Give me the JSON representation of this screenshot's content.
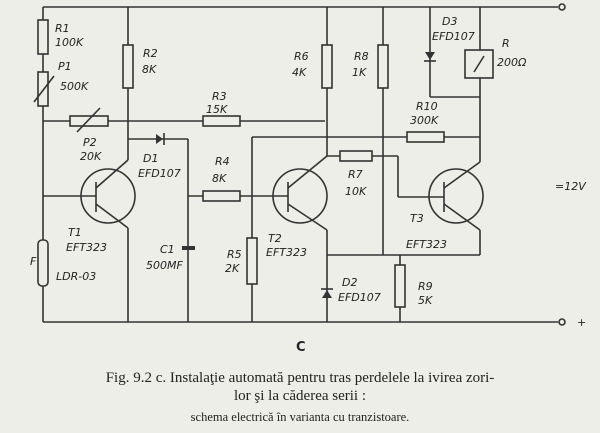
{
  "components": {
    "R1": {
      "name": "R1",
      "value": "100K"
    },
    "P1": {
      "name": "P1",
      "value": "500K"
    },
    "P2": {
      "name": "P2",
      "value": "20K"
    },
    "R2": {
      "name": "R2",
      "value": "8K"
    },
    "R3": {
      "name": "R3",
      "value": "15K"
    },
    "R4": {
      "name": "R4",
      "value": "8K"
    },
    "R5": {
      "name": "R5",
      "value": "2K"
    },
    "R6": {
      "name": "R6",
      "value": "4K"
    },
    "R7": {
      "name": "R7",
      "value": "10K"
    },
    "R8": {
      "name": "R8",
      "value": "1K"
    },
    "R9": {
      "name": "R9",
      "value": "5K"
    },
    "R10": {
      "name": "R10",
      "value": "300K"
    },
    "D1": {
      "name": "D1",
      "value": "EFD107"
    },
    "D2": {
      "name": "D2",
      "value": "EFD107"
    },
    "D3": {
      "name": "D3",
      "value": "EFD107"
    },
    "T1": {
      "name": "T1",
      "value": "EFT323"
    },
    "T2": {
      "name": "T2",
      "value": "EFT323"
    },
    "T3": {
      "name": "T3",
      "value": "EFT323"
    },
    "C1": {
      "name": "C1",
      "value": "500MF"
    },
    "F": {
      "name": "F",
      "value": "LDR-03"
    },
    "Relay": {
      "name": "R",
      "value": "200Ω"
    }
  },
  "supply": {
    "voltage": "=12V",
    "plus": "+"
  },
  "figure_letter": "C",
  "caption": {
    "line1": "Fig. 9.2 c. Instalaţie automată pentru tras perdelele la ivirea zori-",
    "line2": "lor şi la căderea serii :",
    "line3": "schema electrică în varianta cu tranzistoare."
  }
}
